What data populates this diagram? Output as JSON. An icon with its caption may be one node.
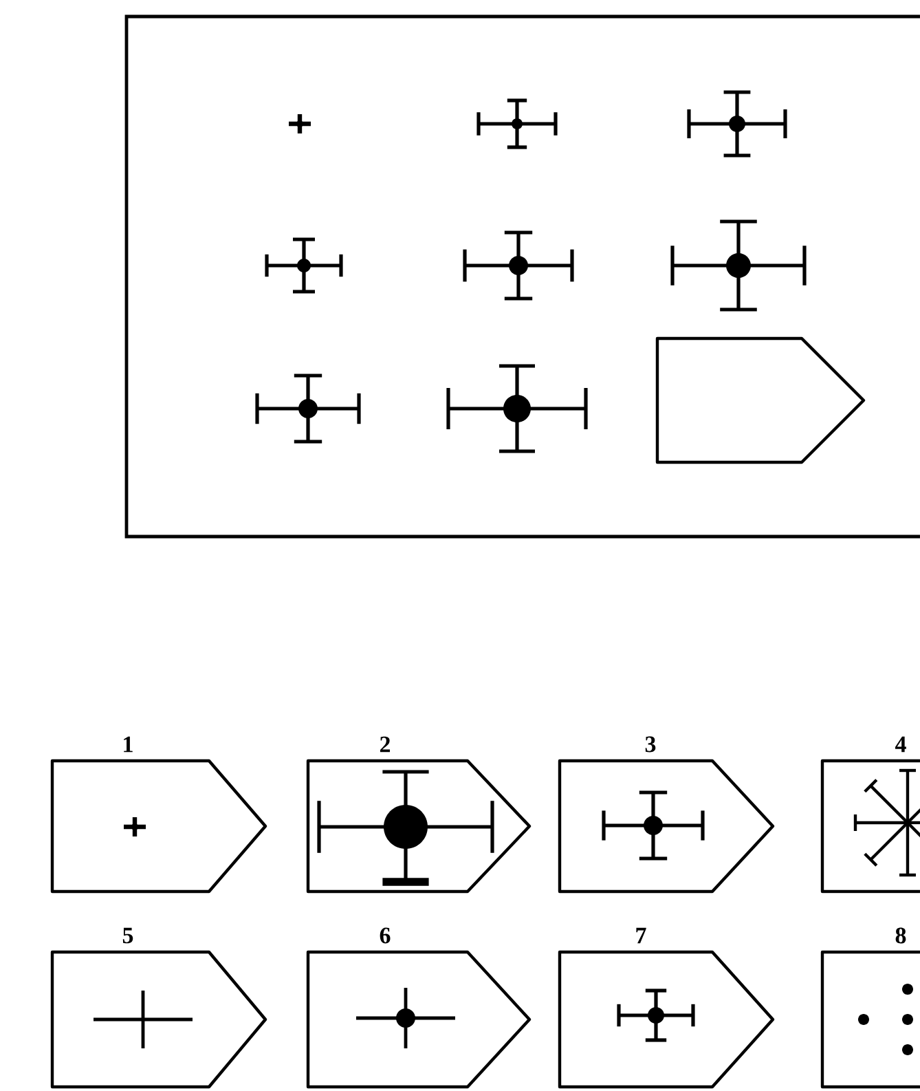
{
  "diagram": {
    "nodes": [
      {
        "text": [],
        "shape": "pentagon"
      },
      {
        "text": [
          "1"
        ]
      },
      {
        "text": [
          "2"
        ]
      },
      {
        "text": [
          "3"
        ]
      },
      {
        "text": [
          "4"
        ]
      },
      {
        "text": [
          "5"
        ]
      },
      {
        "text": [
          "6"
        ]
      },
      {
        "text": [
          "7"
        ]
      },
      {
        "text": [
          "8"
        ]
      }
    ]
  }
}
